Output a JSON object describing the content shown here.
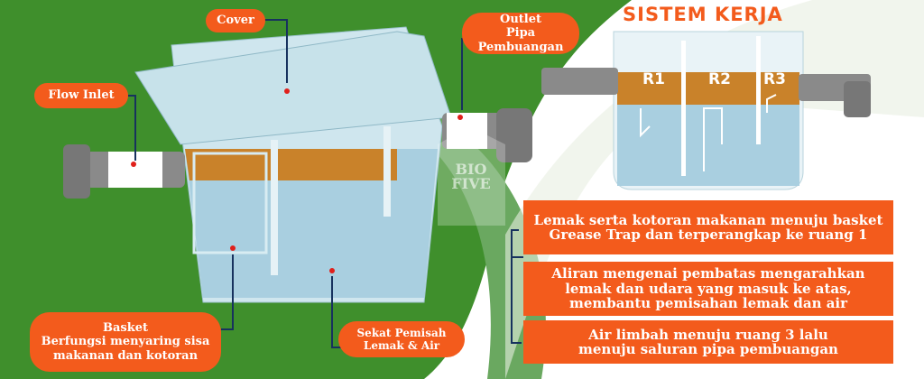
{
  "title": "SISTEM KERJA",
  "labels": {
    "cover": "Cover",
    "outlet": [
      "Outlet",
      "Pipa Pembuangan"
    ],
    "inlet": "Flow Inlet",
    "basket": [
      "Basket",
      "Berfungsi menyaring sisa",
      "makanan dan kotoran"
    ],
    "sekat": [
      "Sekat Pemisah",
      "Lemak & Air"
    ]
  },
  "rooms": [
    "R1",
    "R2",
    "R3"
  ],
  "logo": "BIO FIVE",
  "steps": [
    [
      "Lemak serta kotoran makanan menuju basket",
      "Grease Trap dan terperangkap  ke ruang 1"
    ],
    [
      "Aliran mengenai pembatas mengarahkan",
      "lemak dan udara yang masuk ke atas,",
      "membantu pemisahan lemak dan air"
    ],
    [
      "Air limbah menuju ruang 3 lalu",
      "menuju saluran pipa pembuangan"
    ]
  ],
  "colors": {
    "accent": "#f35b1c",
    "green": "#3f8f2c",
    "water": "#a9cfe0",
    "grease": "#c9822a"
  }
}
